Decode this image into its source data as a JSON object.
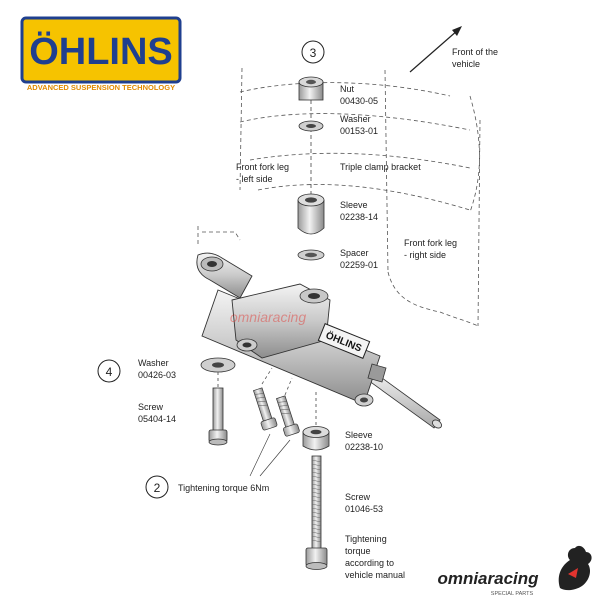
{
  "brand": {
    "logo_text": "ÖHLINS",
    "tagline": "ADVANCED SUSPENSION TECHNOLOGY",
    "logo_bg": "#f6c300",
    "logo_border": "#1f3f8f",
    "logo_text_color": "#1f3f8f",
    "tagline_color": "#e08a00"
  },
  "direction": {
    "front_label_line1": "Front of the",
    "front_label_line2": "vehicle"
  },
  "steps": [
    "3",
    "4",
    "2"
  ],
  "labels": {
    "nut_name": "Nut",
    "nut_code": "00430-05",
    "washer_top_name": "Washer",
    "washer_top_code": "00153-01",
    "triple_clamp": "Triple clamp bracket",
    "fork_left_1": "Front fork leg",
    "fork_left_2": "- left side",
    "sleeve_top_name": "Sleeve",
    "sleeve_top_code": "02238-14",
    "spacer_name": "Spacer",
    "spacer_code": "02259-01",
    "fork_right_1": "Front fork leg",
    "fork_right_2": "- right side",
    "washer_left_name": "Washer",
    "washer_left_code": "00426-03",
    "screw_left_name": "Screw",
    "screw_left_code": "05404-14",
    "sleeve_bottom_name": "Sleeve",
    "sleeve_bottom_code": "02238-10",
    "torque_6nm": "Tightening torque 6Nm",
    "screw_long_name": "Screw",
    "screw_long_code": "01046-53",
    "torque_vehicle_1": "Tightening",
    "torque_vehicle_2": "torque",
    "torque_vehicle_3": "according to",
    "torque_vehicle_4": "vehicle manual"
  },
  "damper": {
    "body_text": "ÖHLINS"
  },
  "watermark": {
    "text": "omniaracing",
    "sub": "SPECIAL PARTS",
    "color": "#e3342f"
  }
}
